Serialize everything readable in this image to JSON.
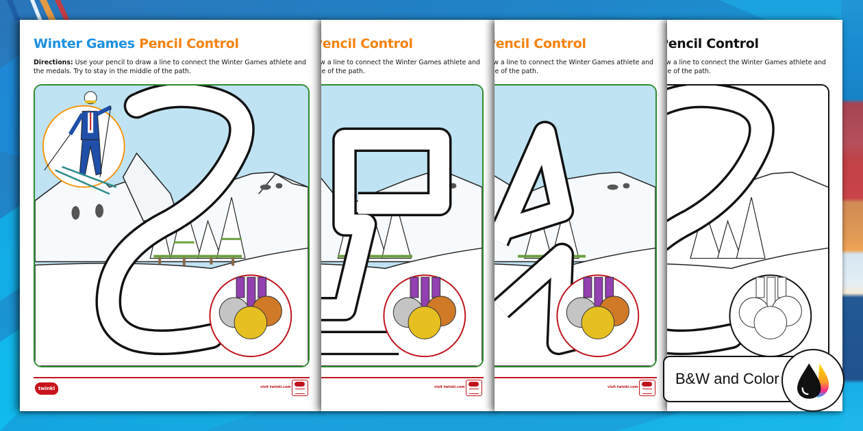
{
  "worksheet": {
    "title_part_1": "Winter Games",
    "title_part_2": "Pencil Control",
    "title_partial": "encil Control",
    "directions_label": "Directions:",
    "directions_text": " Use your pencil to draw a line to connect the Winter Games athlete and the medals. Try to stay in the middle of the path.",
    "directions_partial": "line to connect the Winter Games athlete and the path.",
    "footer_logo": "twinkl",
    "footer_url": "visit twinkl.com"
  },
  "sheets": [
    {
      "variant": "color",
      "path_shape": "s-curve"
    },
    {
      "variant": "color",
      "path_shape": "square-loop"
    },
    {
      "variant": "color",
      "path_shape": "zigzag"
    },
    {
      "variant": "black-and-white",
      "path_shape": "s-curve"
    }
  ],
  "label": {
    "text": "B&W and Color",
    "icon": "ink-drops-icon"
  },
  "colors": {
    "title_blue": "#1a8fe0",
    "title_orange": "#f5820f",
    "scene_border": "#2e8b2e",
    "sky": "#bfe3f2",
    "footer_red": "#c0141c",
    "athlete_ring": "#f5960f",
    "medal_ring": "#c0141c",
    "gold": "#e6c020",
    "silver": "#c4c4c4",
    "bronze": "#d07a28",
    "ribbon": "#9340b0"
  }
}
